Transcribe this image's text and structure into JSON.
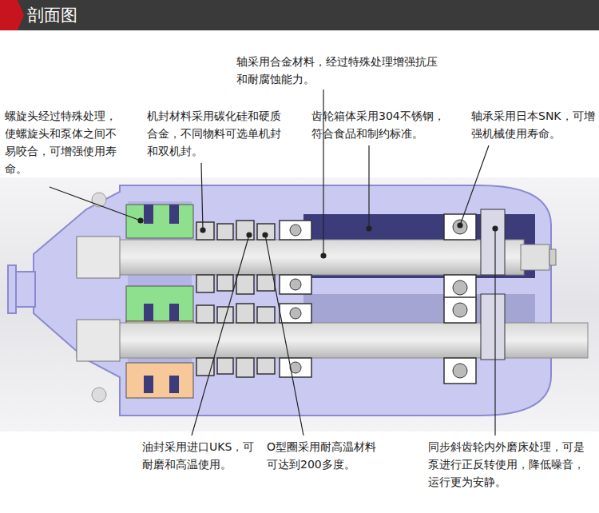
{
  "diagram": {
    "title": "剖面图",
    "labels": [
      "轴采用合金材料，经过特殊处理增强抗压和耐腐蚀能力。",
      "螺旋头经过特殊处理，使螺旋头和泵体之间不易咬合，可增强使用寿命。",
      "机封材料采用碳化硅和硬质合金，不同物料可选单机封和双机封。",
      "齿轮箱体采用304不锈钢，符合食品和制约标准。",
      "轴承采用日本SNK，可增强机械使用寿命。",
      "油封采用进口UKS，可耐磨和高温使用。",
      "O型圈采用耐高温材料可达到200多度。",
      "同步斜齿轮内外磨床处理，可是泵进行正反转使用，降低噪音，运行更为安静。"
    ]
  }
}
